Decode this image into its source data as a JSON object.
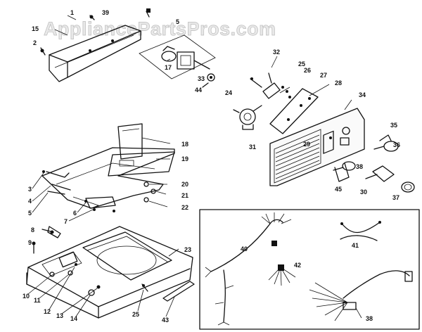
{
  "watermark": "AppliancePartsPros.com",
  "callouts": [
    {
      "id": "c-1",
      "label": "1"
    },
    {
      "id": "c-39",
      "label": "39"
    },
    {
      "id": "c-5a",
      "label": "5"
    },
    {
      "id": "c-15",
      "label": "15"
    },
    {
      "id": "c-2",
      "label": "2"
    },
    {
      "id": "c-17",
      "label": "17"
    },
    {
      "id": "c-33",
      "label": "33"
    },
    {
      "id": "c-44",
      "label": "44"
    },
    {
      "id": "c-32",
      "label": "32"
    },
    {
      "id": "c-25a",
      "label": "25"
    },
    {
      "id": "c-26",
      "label": "26"
    },
    {
      "id": "c-27",
      "label": "27"
    },
    {
      "id": "c-28",
      "label": "28"
    },
    {
      "id": "c-24",
      "label": "24"
    },
    {
      "id": "c-31",
      "label": "31"
    },
    {
      "id": "c-29",
      "label": "29"
    },
    {
      "id": "c-34",
      "label": "34"
    },
    {
      "id": "c-35",
      "label": "35"
    },
    {
      "id": "c-36",
      "label": "36"
    },
    {
      "id": "c-38a",
      "label": "38"
    },
    {
      "id": "c-45",
      "label": "45"
    },
    {
      "id": "c-30",
      "label": "30"
    },
    {
      "id": "c-37",
      "label": "37"
    },
    {
      "id": "c-18",
      "label": "18"
    },
    {
      "id": "c-19",
      "label": "19"
    },
    {
      "id": "c-20",
      "label": "20"
    },
    {
      "id": "c-21",
      "label": "21"
    },
    {
      "id": "c-22",
      "label": "22"
    },
    {
      "id": "c-3",
      "label": "3"
    },
    {
      "id": "c-4",
      "label": "4"
    },
    {
      "id": "c-5b",
      "label": "5"
    },
    {
      "id": "c-6",
      "label": "6"
    },
    {
      "id": "c-7",
      "label": "7"
    },
    {
      "id": "c-8",
      "label": "8"
    },
    {
      "id": "c-9",
      "label": "9"
    },
    {
      "id": "c-23",
      "label": "23"
    },
    {
      "id": "c-40",
      "label": "40"
    },
    {
      "id": "c-41",
      "label": "41"
    },
    {
      "id": "c-42",
      "label": "42"
    },
    {
      "id": "c-10",
      "label": "10"
    },
    {
      "id": "c-11",
      "label": "11"
    },
    {
      "id": "c-12",
      "label": "12"
    },
    {
      "id": "c-13",
      "label": "13"
    },
    {
      "id": "c-14",
      "label": "14"
    },
    {
      "id": "c-25b",
      "label": "25"
    },
    {
      "id": "c-43",
      "label": "43"
    },
    {
      "id": "c-38b",
      "label": "38"
    }
  ]
}
